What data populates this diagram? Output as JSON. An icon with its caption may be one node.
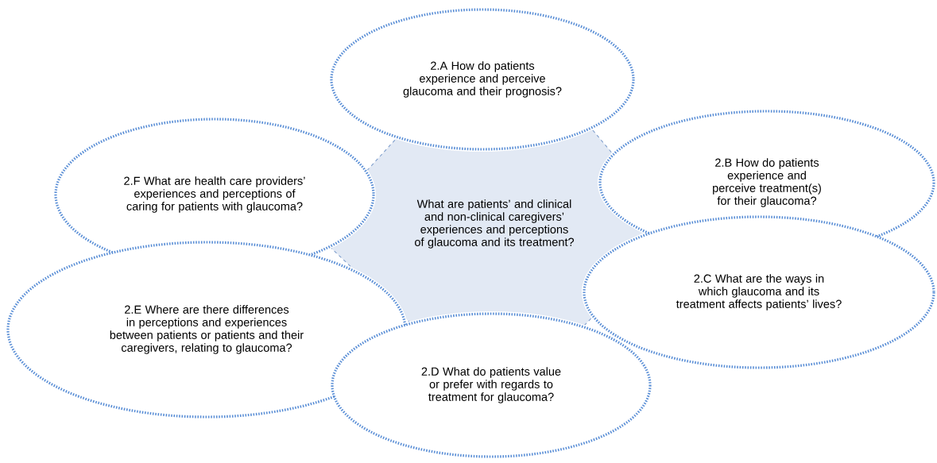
{
  "diagram": {
    "nodes": [
      {
        "text": [
          "2.A How do patients experience and perceive glaucoma and their prognosis?"
        ]
      },
      {
        "text": [
          "2.F What are health care providers’ experiences and perceptions of caring for patients with glaucoma?"
        ]
      },
      {
        "text": [
          "2.B How do patients experience and perceive treatment(s) for their glaucoma?"
        ]
      },
      {
        "text": [
          "What are patients’ and clinical and non-clinical caregivers’ experiences and perceptions of glaucoma and its treatment?"
        ]
      },
      {
        "text": [
          "2.E Where are there differences in perceptions and experiences between patients or patients and their caregivers, relating to glaucoma?"
        ]
      },
      {
        "text": [
          "2.C What are the ways in which glaucoma and its treatment affects patients’ lives?"
        ]
      },
      {
        "text": [
          "2.D What do patients value or prefer with regards to treatment for glaucoma?"
        ]
      }
    ]
  }
}
